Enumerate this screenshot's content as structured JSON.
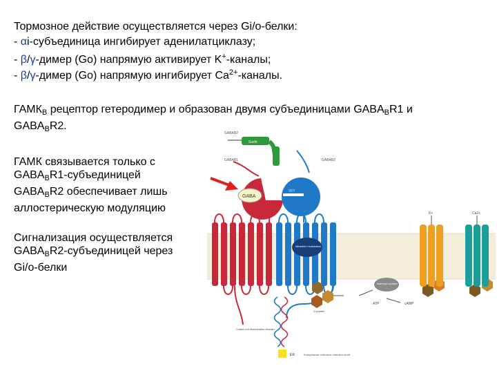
{
  "header": {
    "line0": "Тормозное действие осуществляется через Gi/o-белки:",
    "line1": {
      "prefix": "- ",
      "alpha": "α",
      "text": "i-субъединица ингибирует аденилатциклазу;"
    },
    "line2": {
      "prefix": "- ",
      "beta": "β",
      "slash": "/",
      "gamma": "γ",
      "text1": "-димер (Go) напрямую активирует K",
      "sup": "+",
      "text2": "-каналы;"
    },
    "line3": {
      "prefix": "- ",
      "beta": "β",
      "slash": "/",
      "gamma": "γ",
      "text1": "-димер (Go) напрямую ингибирует Ca",
      "sup": "2+",
      "text2": "-каналы."
    }
  },
  "para1": {
    "a": "ГАМК",
    "b_sub": "B",
    "c": " рецептор гетеродимер и образован двумя субъединицами GABA",
    "d_sub": "B",
    "e": "R1 и",
    "f": "GABA",
    "g_sub": "B",
    "h": "R2."
  },
  "para2": {
    "l1": "ГАМК связывается только с",
    "l2a": "GABA",
    "l2b": "B",
    "l2c": "R1-субъединицей",
    "l3a": "GABA",
    "l3b": "B",
    "l3c": "R2 обеспечивает лишь",
    "l4": "аллостерическую модуляцию"
  },
  "para3": {
    "l1": "Сигнализация осуществляется",
    "l2a": "GABA",
    "l2b": "B",
    "l2c": "R2-субъединицей через",
    "l3": "Gi/o-белки"
  },
  "figure": {
    "gaba_label": "GABA",
    "labels": {
      "gabab2_top": "GABAB2",
      "gabab1": "GABAB1",
      "gabab2": "GABAB2",
      "sushi": "Sushi",
      "k": "K+",
      "ca": "Ca2+",
      "adenylyl": "Adenylyl cyclase",
      "allosteric": "Allosteric modulation",
      "atp": "ATP",
      "camp": "cAMP",
      "g_protein": "G protein",
      "coiled": "Coiled-coil dimerization domain",
      "er": "ER",
      "er_motif": "Endoplasmic reticulum retention motif"
    }
  },
  "colors": {
    "red": "#c8283a",
    "blue": "#1f78c8",
    "green": "#2f9a3c",
    "orange": "#f0a020",
    "teal": "#1a9f9a",
    "arrow": "#e02020"
  }
}
